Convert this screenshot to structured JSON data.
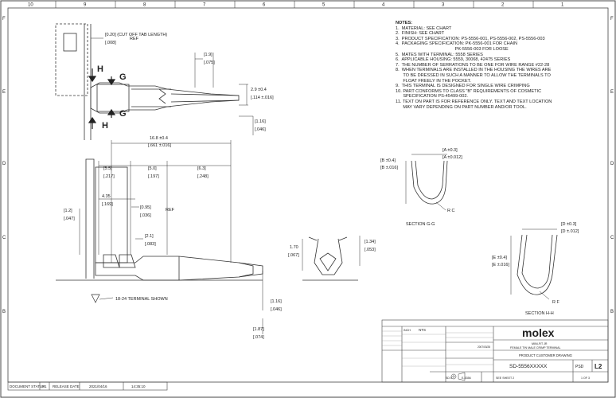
{
  "border": {
    "columns": [
      "10",
      "9",
      "8",
      "7",
      "6",
      "5",
      "4",
      "3",
      "2",
      "1"
    ],
    "rows": [
      "F",
      "E",
      "D",
      "C",
      "B"
    ]
  },
  "notes": {
    "title": "NOTES:",
    "items": [
      "1.  MATERIAL: SEE CHART",
      "2.  FINISH: SEE CHART",
      "3.  PRODUCT SPECIFICATION: PS-5556-001, PS-5556-002, PS-5556-003",
      "4.  PACKAGING SPECIFICATION: PK-5556-001 FOR CHAIN",
      "                                                PK-5556-003 FOR LOOSE",
      "5.  MATES WITH TERMINAL: 5558 SERIES",
      "6.  APPLICABLE HOUSING: 5559, 30068, 42475 SERIES",
      "7.  THE NUMBER OF SERRATIONS TO BE ONE FOR WIRE RANGE #22-28",
      "8.  WHEN TERMINALS ARE INSTALLED IN THE HOUSING THE WIRES ARE",
      "      TO BE DRESSED IN SUCH A MANNER TO ALLOW THE TERMINALS TO",
      "      FLOAT FREELY IN THE POCKET.",
      "9.  THIS TERMINAL IS DESIGNED FOR SINGLE WIRE CRIMPING",
      "10. PART CONFORMS TO CLASS \"B\" REQUIREMENTS OF COSMETIC",
      "      SPECIFICATION PS-45499-002.",
      "11. TEXT ON PART IS FOR REFERENCE ONLY. TEXT AND TEXT LOCATION",
      "      MAY VARY DEPENDING ON PART NUMBER AND/OR TOOL."
    ]
  },
  "top_view": {
    "cutoff_dim": "[0.20]  (CUT OFF TAB LENGTH)",
    "cutoff_inch": "[.008]",
    "ref": "REF",
    "dim_1_9": "[1.9]",
    "dim_1_9_inch": "[.075]",
    "dim_2_9": "2.9 ±0.4",
    "dim_2_9_inch": "[.114 ±.016]",
    "dim_1_16": "[1.16]",
    "dim_1_16_inch": "[.046]",
    "label_h": "H",
    "label_g": "G"
  },
  "side_view": {
    "overall": "16.8 ±0.4",
    "overall_inch": "[.661 ±.016]",
    "d_5_5": "[5.5]",
    "d_5_5_inch": "[.217]",
    "d_5_0": "[5.0]",
    "d_5_0_inch": "[.197]",
    "d_6_3": "[6.3]",
    "d_6_3_inch": "[.248]",
    "d_1_2": "[1.2]",
    "d_1_2_inch": "[.047]",
    "d_4_35": "4.35",
    "d_4_35_inch": "[.169]",
    "d_0_95": "[0.95]",
    "d_0_95_inch": "[.036]",
    "ref": "REF",
    "d_2_1": "[2.1]",
    "d_2_1_inch": "[.083]",
    "shown": "18-24 TERMINAL SHOWN",
    "d_1_16": "[1.16]",
    "d_1_16_inch": "[.046]",
    "d_1_87": "[1.87]",
    "d_1_87_inch": "[.074]"
  },
  "mid_view": {
    "d_1_70": "1.70",
    "d_1_70_inch": "[.067]",
    "d_1_34": "[1.34]",
    "d_1_34_inch": "[.053]"
  },
  "section_g": {
    "d_a": "[A ±0.3]",
    "d_a2": "[A ±0.012]",
    "d_b": "[B ±0.4]",
    "d_b2": "[B ±.016]",
    "radius": "R C",
    "label": "SECTION G-G"
  },
  "section_h": {
    "d_d": "[D ±0.3]",
    "d_d2": "[D ±.012]",
    "d_e": "[E ±0.4]",
    "d_e2": "[E ±.016]",
    "radius": "R F",
    "label": "SECTION H-H"
  },
  "title_block": {
    "brand": "molex",
    "desc1": "MINI-FIT JR",
    "desc2": "FEMALE TIN MALE CRIMP TERMINAL",
    "drawing_type": "PRODUCT CUSTOMER DRAWING",
    "doc_number": "SD-5556XXXXX",
    "doc_type": "PSD",
    "rev": "L2",
    "sheet": "SEE SHEET 2",
    "sheet_of": "1 OF 3",
    "scale": "NTS",
    "in_code": "INCH",
    "in_sys": "SD 6",
    "ec_no": "E-5356",
    "date": "2007/03/28"
  },
  "status_bar": {
    "doc_status_label": "DOCUMENT STATUS",
    "doc_status": "P1",
    "release_label": "RELEASE DATE",
    "release_date": "2021/04/16",
    "time": "14:35:10"
  }
}
